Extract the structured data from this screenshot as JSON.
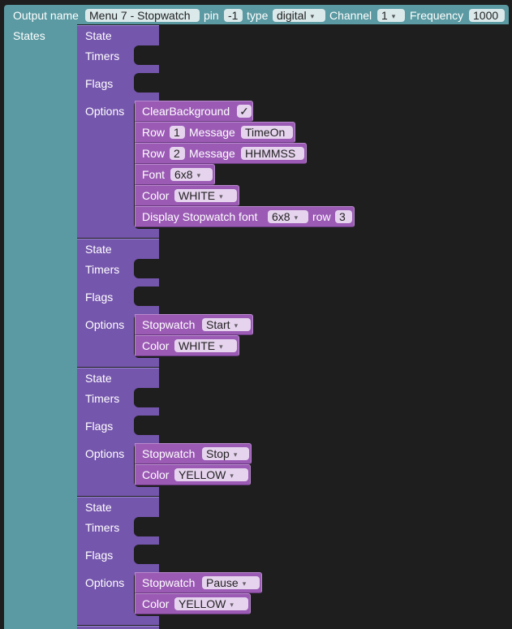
{
  "colors": {
    "output_block": "#5b9aa2",
    "state_block": "#7556ad",
    "option_block": "#9b5bb5",
    "workspace": "#1e1e1e"
  },
  "output": {
    "label_output_name": "Output name",
    "name": "Menu 7 - Stopwatch",
    "label_pin": "pin",
    "pin": "-1",
    "label_type": "type",
    "type": "digital",
    "label_channel": "Channel",
    "channel": "1",
    "label_frequency": "Frequency",
    "frequency": "1000",
    "label_states": "States"
  },
  "labels": {
    "state": "State",
    "timers": "Timers",
    "flags": "Flags",
    "options": "Options",
    "clear_background": "ClearBackground",
    "row": "Row",
    "message": "Message",
    "font": "Font",
    "color": "Color",
    "display_stopwatch_font": "Display Stopwatch font",
    "row_lower": "row",
    "stopwatch": "Stopwatch"
  },
  "states": [
    {
      "clear_background_check": "✓",
      "row1": {
        "row": "1",
        "message": "TimeOn"
      },
      "row2": {
        "row": "2",
        "message": "HHMMSS"
      },
      "font": "6x8",
      "color": "WHITE",
      "display_font": "6x8",
      "display_row": "3"
    },
    {
      "stopwatch": "Start",
      "color": "WHITE"
    },
    {
      "stopwatch": "Stop",
      "color": "YELLOW"
    },
    {
      "stopwatch": "Pause",
      "color": "YELLOW"
    }
  ]
}
